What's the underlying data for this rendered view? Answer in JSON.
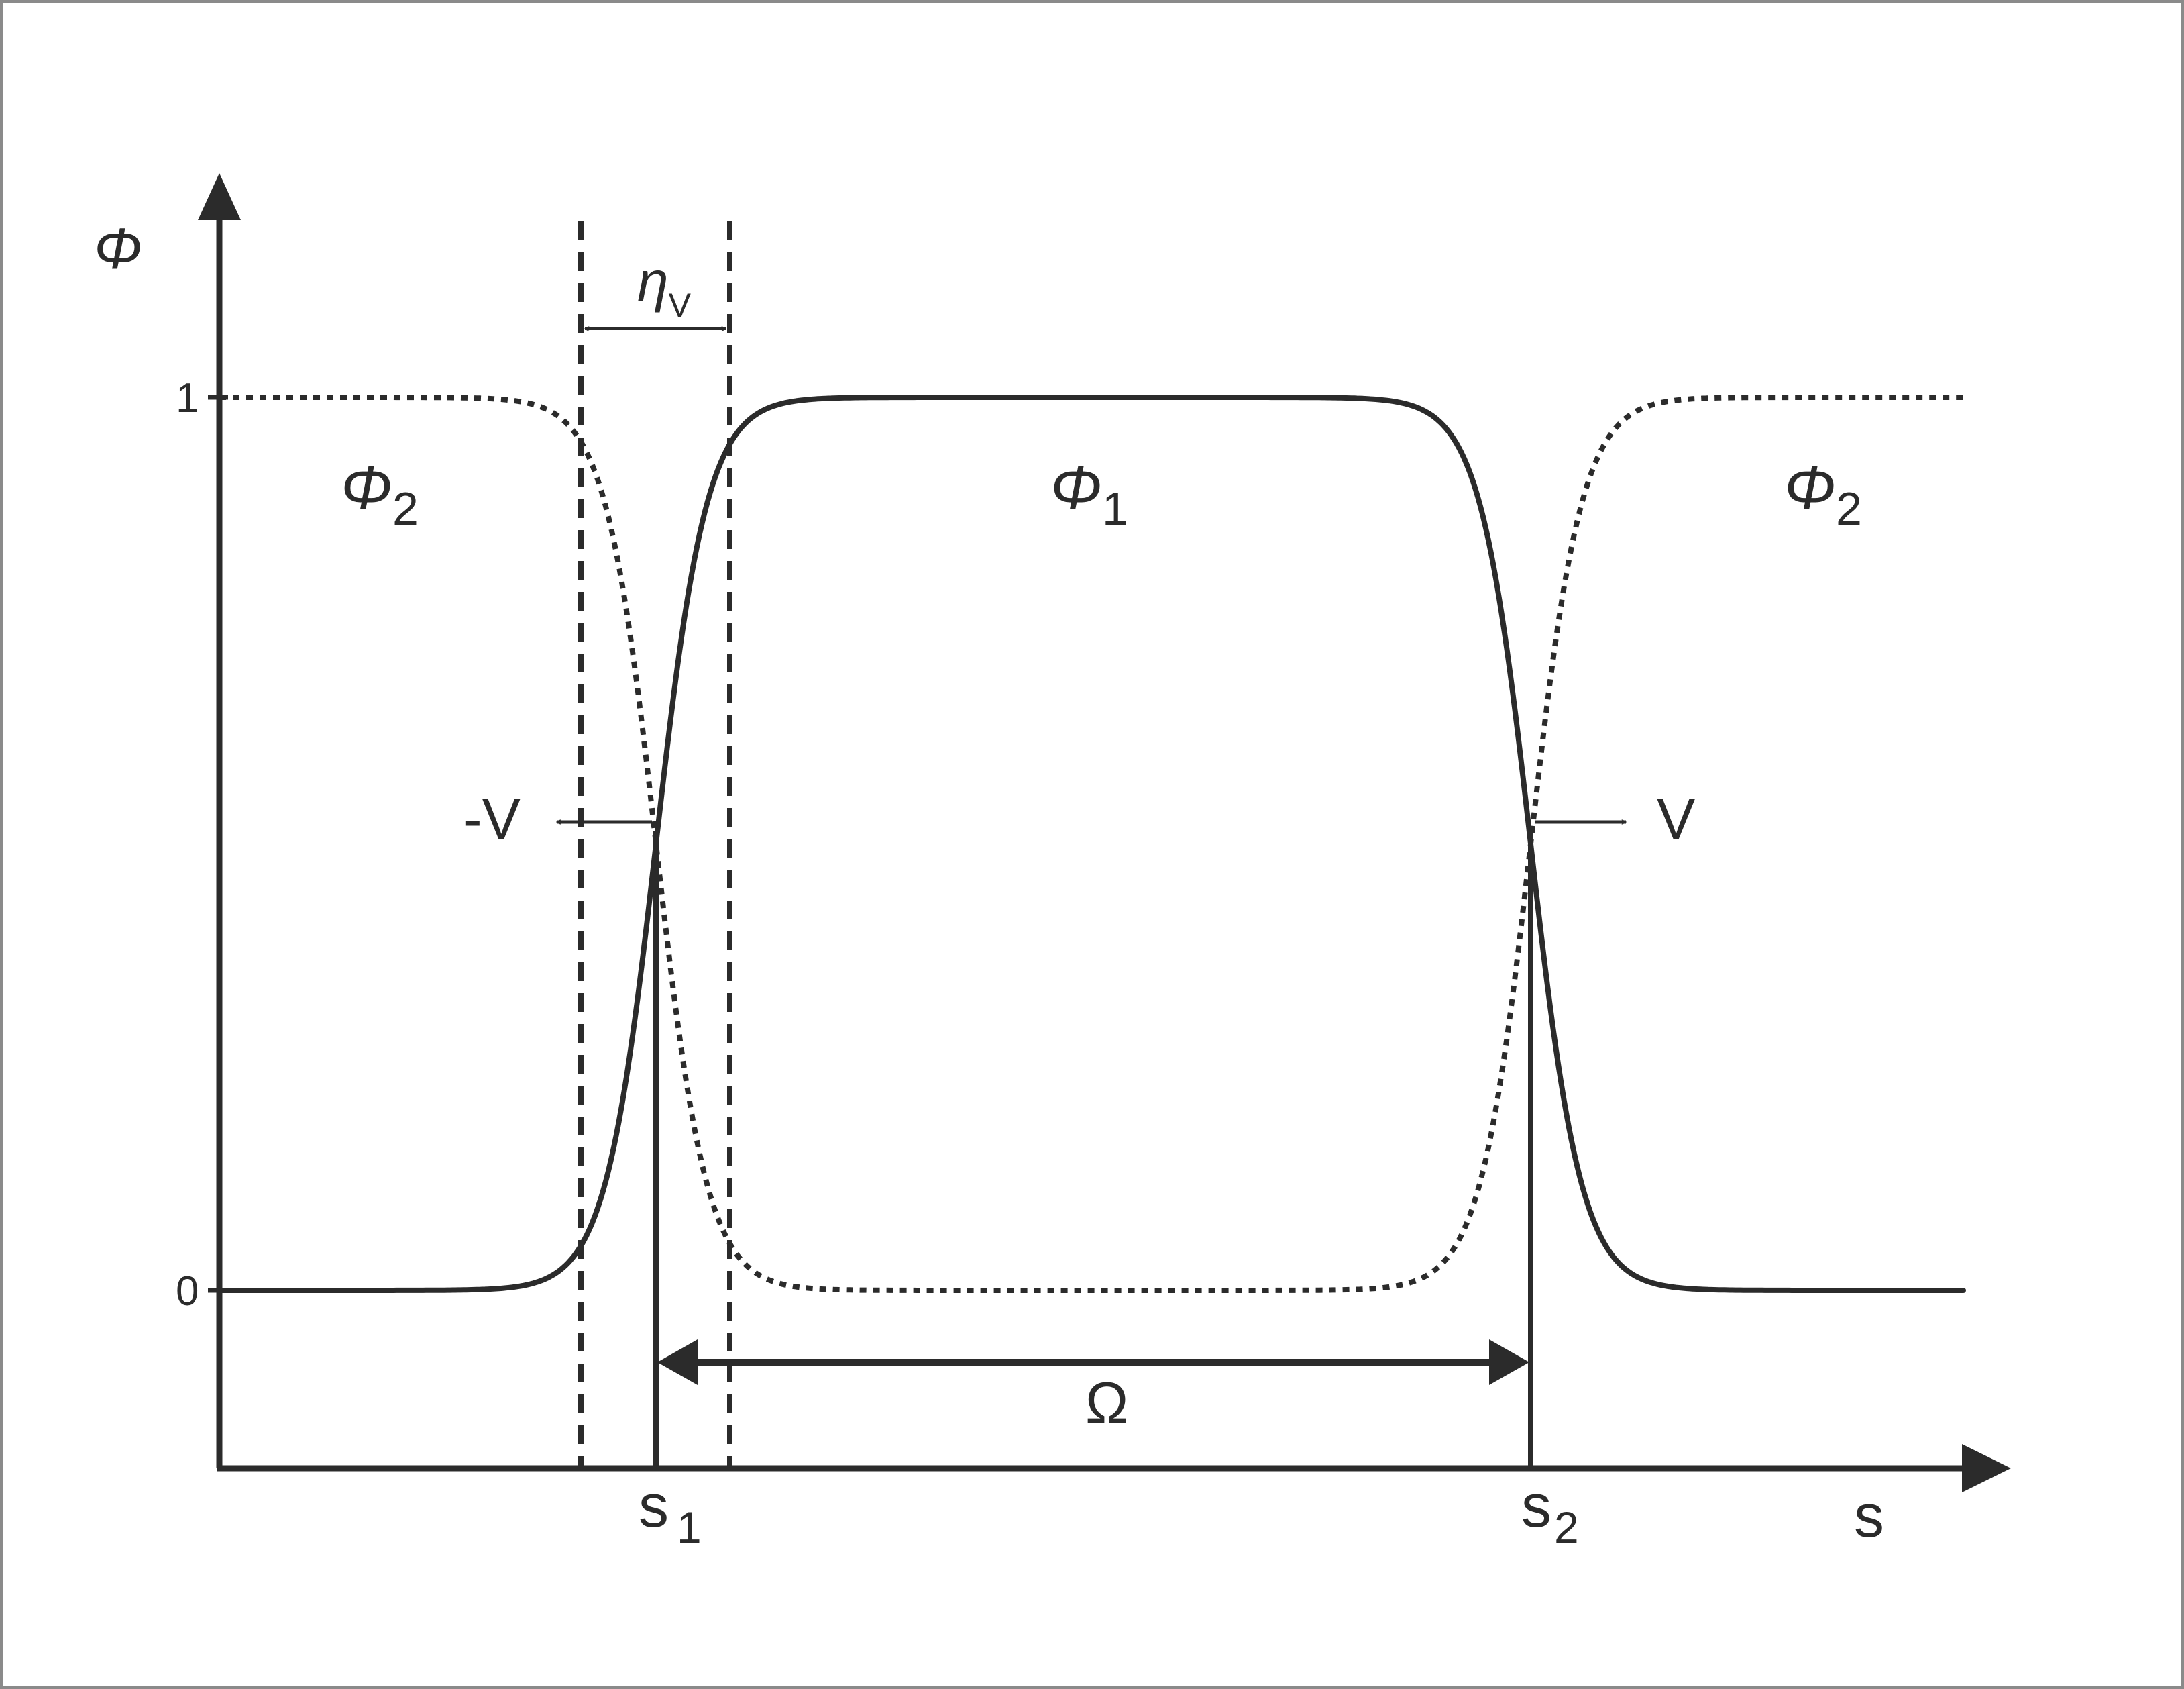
{
  "axes": {
    "y_label": "Φ",
    "x_label": "s",
    "y_tick_1": "1",
    "y_tick_0": "0"
  },
  "markers": {
    "s1_base": "s",
    "s1_sub": "1",
    "s2_base": "s",
    "s2_sub": "2"
  },
  "regions": {
    "left_base": "Φ",
    "left_sub": "2",
    "middle_base": "Φ",
    "middle_sub": "1",
    "right_base": "Φ",
    "right_sub": "2"
  },
  "annotations": {
    "interface_width_base": "η",
    "interface_width_sub": "V",
    "velocity_left": "-V",
    "velocity_right": "V",
    "domain_label": "Ω"
  },
  "curves": {
    "phi1": {
      "name": "Φ1",
      "style": "solid",
      "low": 0,
      "high": 1,
      "rises_at": "s1",
      "falls_at": "s2"
    },
    "phi2": {
      "name": "Φ2",
      "style": "dotted",
      "low": 0,
      "high": 1,
      "falls_at": "s1",
      "rises_at": "s2"
    }
  },
  "colors": {
    "ink": "#2b2b2b",
    "border": "#8a8a8a",
    "background": "#ffffff"
  }
}
